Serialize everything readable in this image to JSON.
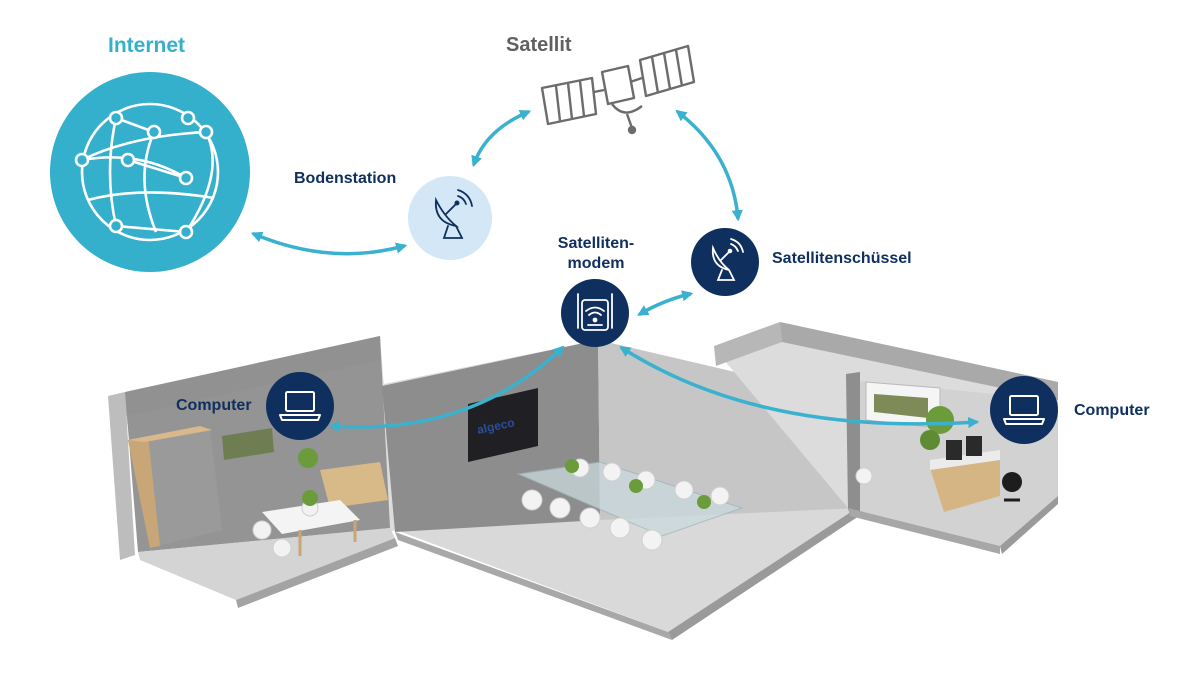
{
  "labels": {
    "internet": "Internet",
    "satellit": "Satellit",
    "bodenstation": "Bodenstation",
    "satellitenschuessel": "Satellitenschüssel",
    "satellitenmodem_line1": "Satelliten-",
    "satellitenmodem_line2": "modem",
    "computer_left": "Computer",
    "computer_right": "Computer"
  },
  "office_screen_logo": "algeco",
  "colors": {
    "internet_teal": "#35b0cc",
    "node_navy": "#0f2f5e",
    "ground_station_light": "#d3e7f7",
    "arrow_teal": "#3ab1cf",
    "satellite_gray": "#6b6c6e",
    "wall_dark": "#8e8e8e",
    "wall_light": "#c7c7c7",
    "floor": "#d9d9d9"
  },
  "icons": {
    "internet": "globe-network-icon",
    "satellite": "satellite-icon",
    "ground_station": "satellite-dish-icon",
    "dish": "satellite-dish-icon",
    "modem": "wifi-router-icon",
    "computer": "laptop-icon"
  }
}
